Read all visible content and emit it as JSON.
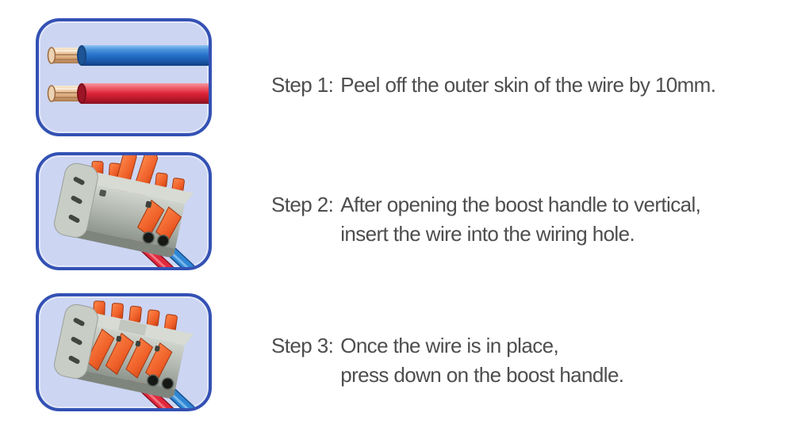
{
  "steps": [
    {
      "prefix": "Step 1:",
      "lines": [
        "Peel off the outer skin of the wire by 10mm."
      ],
      "image": "two stripped wires, blue and red, copper cores exposed"
    },
    {
      "prefix": "Step 2:",
      "lines": [
        "After opening the boost handle to vertical,",
        "insert the wire into the wiring hole."
      ],
      "image": "wire connector with boost handles opened vertical, red and blue wires entering"
    },
    {
      "prefix": "Step 3:",
      "lines": [
        "Once the wire is in place,",
        "press down on the boost handle."
      ],
      "image": "wire connector with boost handles pressed down, red and blue wires inserted"
    }
  ],
  "colors": {
    "text": "#4e4e4e",
    "panel_border": "#3351b4",
    "panel_background": "#ccd5f2",
    "wire_blue": "#2570c8",
    "wire_red": "#dd2438",
    "copper": "#e3b98e",
    "lever_orange": "#ee5f28",
    "connector_gray": "#b2b8b0"
  }
}
